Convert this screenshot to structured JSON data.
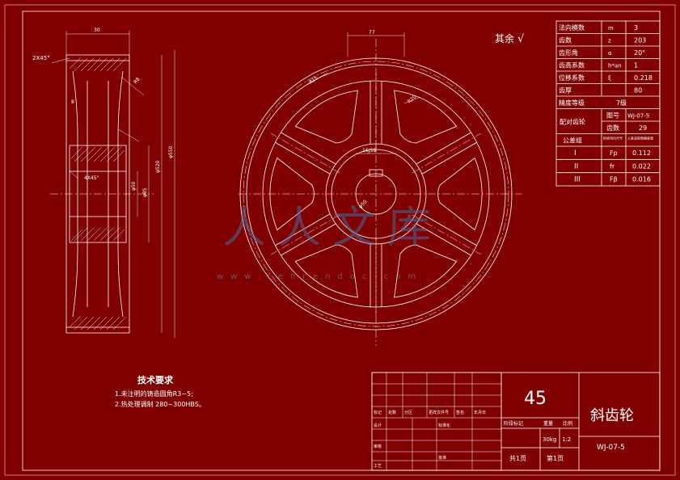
{
  "drawing": {
    "surface_mark": "其余",
    "surface_symbol": "√",
    "side_view_dims": {
      "width": "30",
      "chamfer_outer": "2X45°",
      "chamfer_inner": "4X45°",
      "dia_1": "φ50",
      "dia_2": "φ85",
      "dia_3": "φ520",
      "dia_4": "φ550",
      "hub": "8",
      "r1": "R8"
    },
    "front_view_dims": {
      "top": "77",
      "r1": "R15",
      "r2": "R20",
      "bore": "φ50",
      "key": "16JS9"
    }
  },
  "params": {
    "rows": [
      {
        "name": "法向模数",
        "sym": "m",
        "val": "3"
      },
      {
        "name": "齿数",
        "sym": "z",
        "val": "203"
      },
      {
        "name": "齿形角",
        "sym": "α",
        "val": "20°"
      },
      {
        "name": "齿高系数",
        "sym": "h*an",
        "val": "1"
      },
      {
        "name": "位移系数",
        "sym": "ξ",
        "val": "0.218"
      },
      {
        "name": "齿厚",
        "sym": "",
        "val": "80"
      },
      {
        "name": "精度等级",
        "sym": "",
        "val": "7级"
      }
    ],
    "mate_label": "配对齿轮",
    "mate_drawing_label": "图号",
    "mate_drawing_no": "WJ-07-5",
    "mate_teeth_label": "齿数",
    "mate_teeth": "29",
    "tol_label": "公差组",
    "tol_header2": "检验项目代号",
    "tol_header3": "公差或极限偏差值",
    "tol_rows": [
      {
        "grp": "I",
        "sym": "Fp",
        "val": "0.112"
      },
      {
        "grp": "II",
        "sym": "fr",
        "val": "0.022"
      },
      {
        "grp": "III",
        "sym": "Fβ",
        "val": "0.016"
      }
    ]
  },
  "tech": {
    "title": "技术要求",
    "items": [
      "1.未注明的铸造圆角R3~5;",
      "2.热处理调制 280~300HBS。"
    ]
  },
  "title_block": {
    "material": "45",
    "part_name": "斜齿轮",
    "drawing_no": "WJ-07-5",
    "weight": "30kg",
    "scale": "1:2",
    "sheets_total": "共1页",
    "sheet_no": "第1页",
    "rev_headers": [
      "标记",
      "处数",
      "分区",
      "更改文件号",
      "签名",
      "年月日"
    ],
    "role_design": "设计",
    "role_standard": "标准化",
    "role_review": "审核",
    "role_process": "工艺",
    "role_approve": "批准",
    "stage_headers": [
      "阶段标记",
      "重量",
      "比例"
    ]
  },
  "watermark": {
    "cn": "人人文库",
    "url": "www.renrendoc.com"
  }
}
